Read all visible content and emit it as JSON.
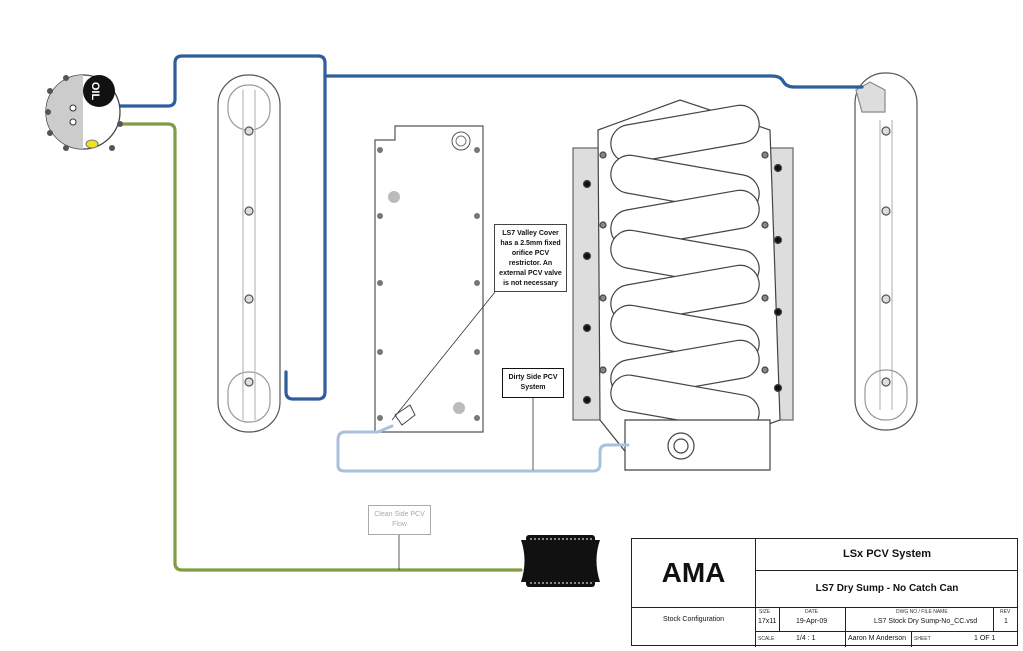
{
  "colors": {
    "dirty_line": "#2f5e9c",
    "clean_line": "#7f9e44",
    "valley_line": "#a9c0df",
    "outline": "#333333"
  },
  "oil_cap": {
    "label": "OIL"
  },
  "notes": {
    "valley_cover": "LS7 Valley Cover has a 2.5mm fixed orifice PCV restrictor. An external PCV valve is not necessary",
    "dirty_side": "Dirty Side PCV System",
    "clean_side": "Clean Side PCV Flow"
  },
  "title_block": {
    "company": "AMA",
    "title": "LSx PCV System",
    "subtitle": "LS7 Dry Sump - No Catch Can",
    "configuration": "Stock Configuration",
    "size_label": "SIZE",
    "size": "17x11",
    "date_label": "DATE",
    "date": "19-Apr-09",
    "dwg_label": "DWG NO / FILE NAME",
    "dwg": "LS7 Stock Dry Sump-No_CC.vsd",
    "rev_label": "REV",
    "rev": "1",
    "scale_label": "SCALE",
    "scale": "1/4 : 1",
    "author": "Aaron M Anderson",
    "sheet_label": "SHEET",
    "sheet": "1 OF 1"
  }
}
